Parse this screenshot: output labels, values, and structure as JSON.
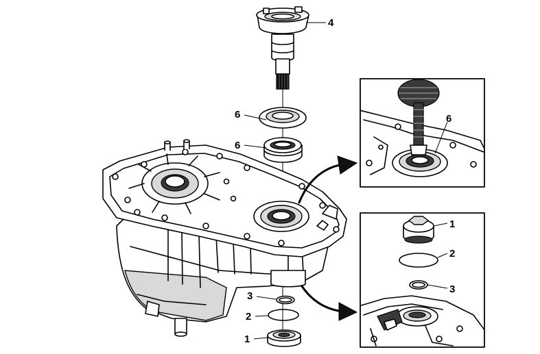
{
  "callouts": {
    "shaft_4": "4",
    "seal_6_upper": "6",
    "seal_6_lower": "6",
    "inset_6": "6",
    "ring_3_main": "3",
    "ring_2_main": "2",
    "plug_1_main": "1",
    "inset_1": "1",
    "inset_2": "2",
    "inset_3": "3"
  },
  "colors": {
    "line": "#000000",
    "shade": "#d9d9d9",
    "dark": "#3a3a3a",
    "background": "#ffffff"
  }
}
